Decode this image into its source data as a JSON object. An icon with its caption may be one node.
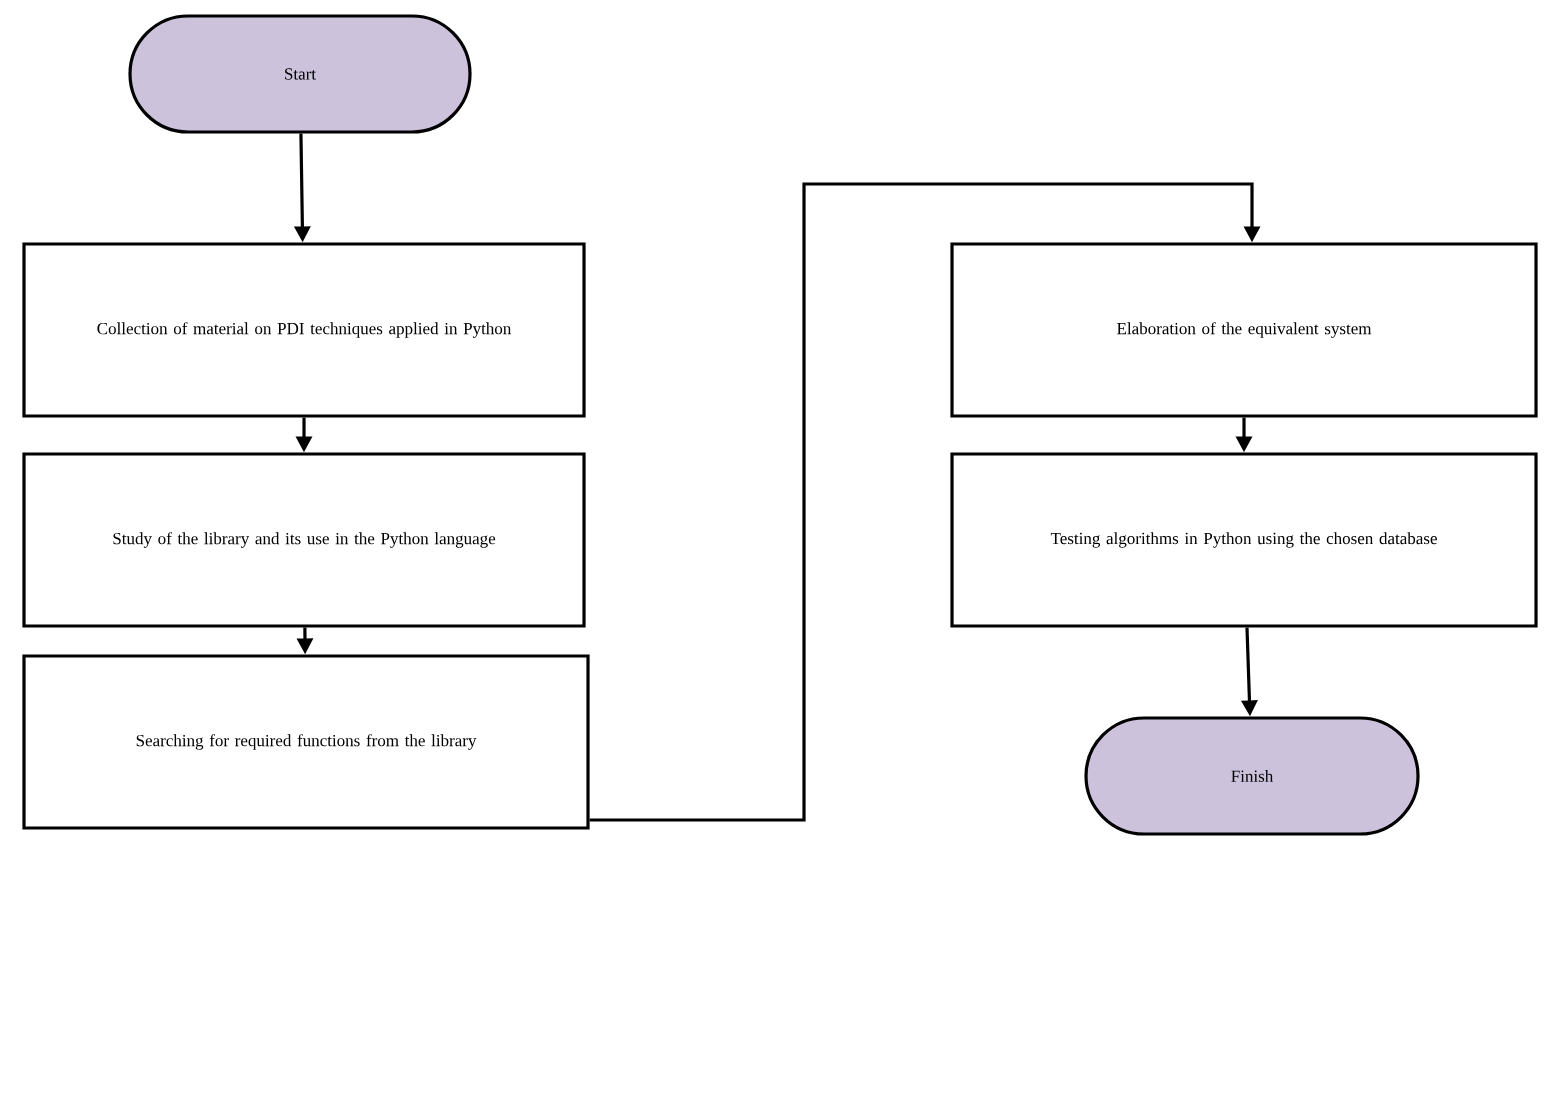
{
  "diagram": {
    "nodes": [
      {
        "text": [
          "Start"
        ]
      },
      {
        "text": [
          "Collection of material on PDI techniques applied in Python"
        ]
      },
      {
        "text": [
          "Study of the library and its use in the Python language"
        ]
      },
      {
        "text": [
          "Searching for required functions from the library"
        ]
      },
      {
        "text": [
          "Elaboration of the equivalent system"
        ]
      },
      {
        "text": [
          "Testing algorithms in Python using the chosen database"
        ]
      },
      {
        "text": [
          "Finish"
        ]
      }
    ],
    "edges": [
      {
        "from": 0,
        "to": 1,
        "arrow": "to"
      },
      {
        "from": 1,
        "to": 2,
        "arrow": "to"
      },
      {
        "from": 2,
        "to": 3,
        "arrow": "to"
      },
      {
        "from": 3,
        "to": 4,
        "arrow": "to"
      },
      {
        "from": 4,
        "to": 5,
        "arrow": "to"
      },
      {
        "from": 5,
        "to": 6,
        "arrow": "to"
      }
    ]
  }
}
